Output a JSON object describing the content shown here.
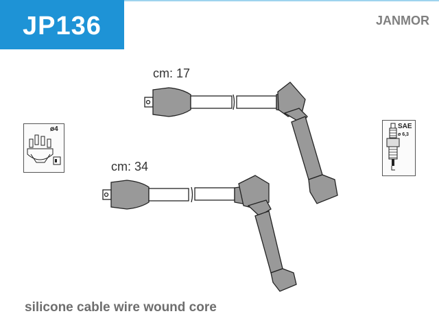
{
  "header": {
    "part_number": "JP136",
    "brand": "JANMOR",
    "accent_color": "#1e93d6"
  },
  "cables": [
    {
      "label": "cm: 17"
    },
    {
      "label": "cm: 34"
    }
  ],
  "distributor_icon": {
    "diameter_label": "ø4",
    "icon": "distributor-cap-icon"
  },
  "plug_icon": {
    "standard_label": "SAE",
    "diameter_label": "ø 6,3",
    "icon": "spark-plug-icon"
  },
  "footer": {
    "caption": "silicone cable wire wound core"
  }
}
